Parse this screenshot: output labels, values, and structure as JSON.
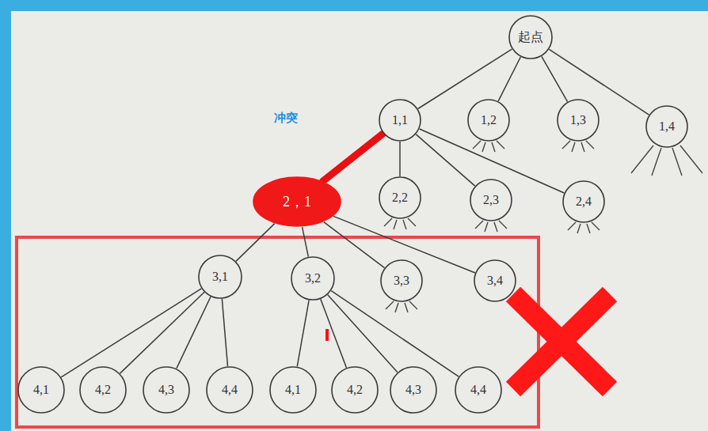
{
  "diagram": {
    "nodes": [
      {
        "text": [
          "起点"
        ]
      },
      {
        "text": [
          "1,1"
        ]
      },
      {
        "text": [
          "1,2"
        ]
      },
      {
        "text": [
          "1,3"
        ]
      },
      {
        "text": [
          "1,4"
        ]
      },
      {
        "text": [
          "2，1"
        ]
      },
      {
        "text": [
          "2,2"
        ]
      },
      {
        "text": [
          "2,3"
        ]
      },
      {
        "text": [
          "2,4"
        ]
      },
      {
        "text": [
          "3,1"
        ]
      },
      {
        "text": [
          "3,2"
        ]
      },
      {
        "text": [
          "3,3"
        ]
      },
      {
        "text": [
          "3,4"
        ]
      },
      {
        "text": [
          "4,1"
        ]
      },
      {
        "text": [
          "4,2"
        ]
      },
      {
        "text": [
          "4,3"
        ]
      },
      {
        "text": [
          "4,4"
        ]
      },
      {
        "text": [
          "4,1"
        ]
      },
      {
        "text": [
          "4,2"
        ]
      },
      {
        "text": [
          "4,3"
        ]
      },
      {
        "text": [
          "4,4"
        ]
      }
    ],
    "edges": [
      {
        "from": 0,
        "to": 1,
        "arrow": "none"
      },
      {
        "from": 0,
        "to": 2,
        "arrow": "none"
      },
      {
        "from": 0,
        "to": 3,
        "arrow": "none"
      },
      {
        "from": 0,
        "to": 4,
        "arrow": "none"
      },
      {
        "from": 1,
        "to": 5,
        "arrow": "none"
      },
      {
        "from": 1,
        "to": 6,
        "arrow": "none"
      },
      {
        "from": 1,
        "to": 7,
        "arrow": "none"
      },
      {
        "from": 1,
        "to": 8,
        "arrow": "none"
      },
      {
        "from": 5,
        "to": 9,
        "arrow": "none"
      },
      {
        "from": 5,
        "to": 10,
        "arrow": "none"
      },
      {
        "from": 5,
        "to": 11,
        "arrow": "none"
      },
      {
        "from": 5,
        "to": 12,
        "arrow": "none"
      },
      {
        "from": 9,
        "to": 13,
        "arrow": "none"
      },
      {
        "from": 9,
        "to": 14,
        "arrow": "none"
      },
      {
        "from": 9,
        "to": 15,
        "arrow": "none"
      },
      {
        "from": 9,
        "to": 16,
        "arrow": "none"
      },
      {
        "from": 10,
        "to": 17,
        "arrow": "none"
      },
      {
        "from": 10,
        "to": 18,
        "arrow": "none"
      },
      {
        "from": 10,
        "to": 19,
        "arrow": "none"
      },
      {
        "from": 10,
        "to": 20,
        "arrow": "none"
      }
    ],
    "labels": [
      "冲突"
    ]
  }
}
